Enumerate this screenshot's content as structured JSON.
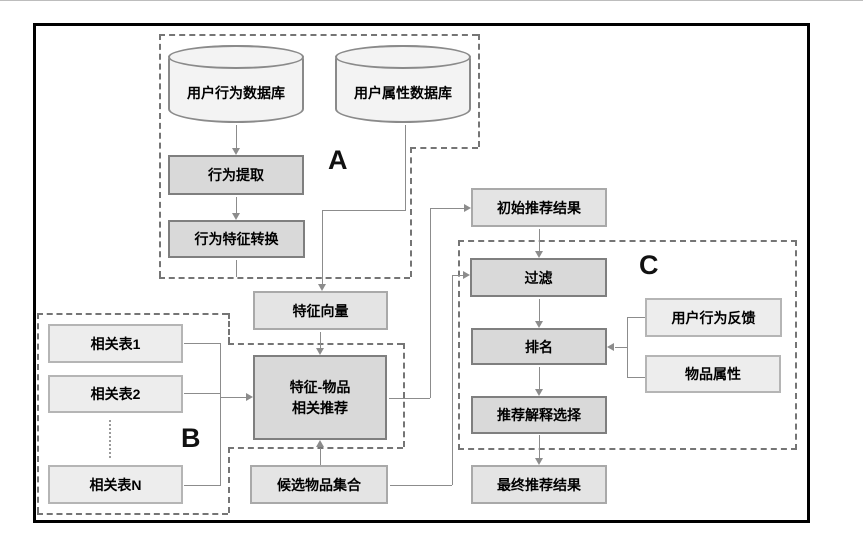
{
  "sections": {
    "a": {
      "label": "A"
    },
    "b": {
      "label": "B"
    },
    "c": {
      "label": "C"
    }
  },
  "nodes": {
    "user_behavior_db": "用户行为数据库",
    "user_attribute_db": "用户属性数据库",
    "behavior_extraction": "行为提取",
    "behavior_feature_conversion": "行为特征转换",
    "feature_vector": "特征向量",
    "feature_item_rec_line1": "特征-物品",
    "feature_item_rec_line2": "相关推荐",
    "related_table_1": "相关表1",
    "related_table_2": "相关表2",
    "related_table_n": "相关表N",
    "candidate_item_set": "候选物品集合",
    "initial_rec_result": "初始推荐结果",
    "filter": "过滤",
    "ranking": "排名",
    "rec_explanation_selection": "推荐解释选择",
    "final_rec_result": "最终推荐结果",
    "user_behavior_feedback": "用户行为反馈",
    "item_attributes": "物品属性"
  },
  "colors": {
    "process_fill": "#d9d9d9",
    "process_border": "#7f7f7f",
    "light_fill": "#ededed",
    "light_border": "#b5b5b5",
    "mid_fill": "#e4e4e4",
    "mid_border": "#a9a9a9",
    "cylinder_fill": "#f3f3f3",
    "cylinder_border": "#8a8a8a",
    "line": "#8c8c8c",
    "dash": "#757575",
    "frame": "#000000",
    "text": "#000000"
  }
}
